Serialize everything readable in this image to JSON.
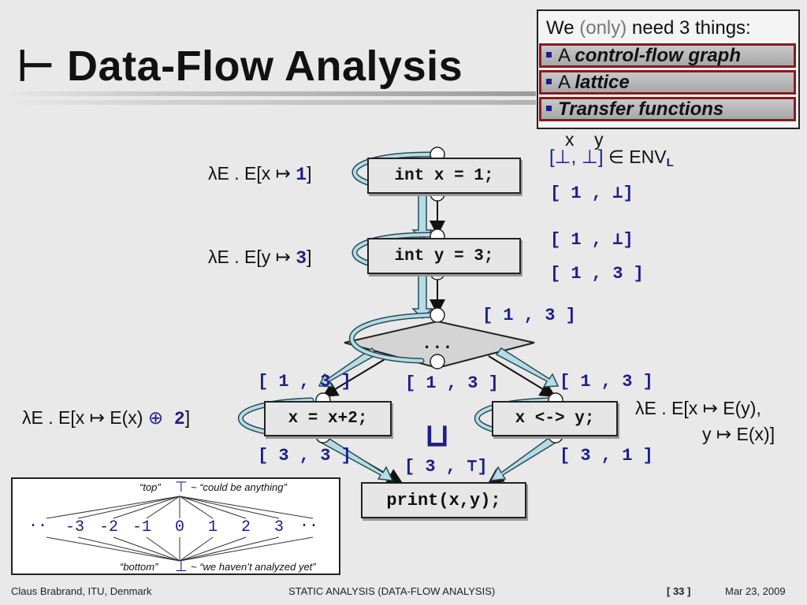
{
  "slide": {
    "title": "⊢ Data-Flow Analysis",
    "needs": {
      "heading_prefix": "We ",
      "heading_soft": "(only)",
      "heading_suffix": " need 3 things:",
      "items": [
        {
          "prefix": "A ",
          "emph": "control-flow graph"
        },
        {
          "prefix": "A ",
          "emph": "lattice"
        },
        {
          "prefix": "",
          "emph": "Transfer functions"
        }
      ]
    },
    "code": {
      "n1": "int x = 1;",
      "n2": "int y = 3;",
      "n3": "...",
      "n4": "x = x+2;",
      "n5": "x <-> y;",
      "n6": "print(x,y);"
    },
    "transfer": {
      "t1_pre": "λE . E[x ↦ ",
      "t1_val": "1",
      "t1_post": "]",
      "t2_pre": "λE . E[y ↦ ",
      "t2_val": "3",
      "t2_post": "]",
      "t3_pre": "λE . E[x ↦ E(x) ",
      "t3_op": "⊕",
      "t3_val": " 2",
      "t3_post": "]",
      "t4_line1": "λE . E[x ↦ E(y),",
      "t4_line2": "y ↦ E(x)]"
    },
    "env": {
      "var_x": "x",
      "var_y": "y",
      "init": "[⊥, ⊥]",
      "member": " ∈ ENV",
      "member_sub": "L",
      "e1": "[ 1 , ⊥]",
      "e2": "[ 1 , ⊥]",
      "e3": "[ 1 , 3 ]",
      "e4": "[ 1 , 3 ]",
      "e5": "[ 1 , 3 ]",
      "e6": "[ 1 , 3 ]",
      "e7": "[ 1 , 3 ]",
      "e8": "[ 3 , 3 ]",
      "e9": "[ 3 , ⊤]",
      "e10": "[ 3 , 1 ]",
      "join": "⊔"
    },
    "lattice": {
      "top_label": "“top”",
      "top_symbol": "⊤",
      "top_desc": "~ “could be anything”",
      "bottom_label": "“bottom”",
      "bottom_symbol": "⊥",
      "bottom_desc": "~ “we haven’t analyzed yet”",
      "dots_left": "··",
      "dots_right": "··",
      "numbers": [
        "-3",
        "-2",
        "-1",
        "0",
        "1",
        "2",
        "3"
      ]
    },
    "footer": {
      "author": "Claus Brabrand, ITU, Denmark",
      "course": "STATIC ANALYSIS (DATA-FLOW ANALYSIS)",
      "page": "[ 33 ]",
      "date": "Mar 23, 2009"
    }
  }
}
